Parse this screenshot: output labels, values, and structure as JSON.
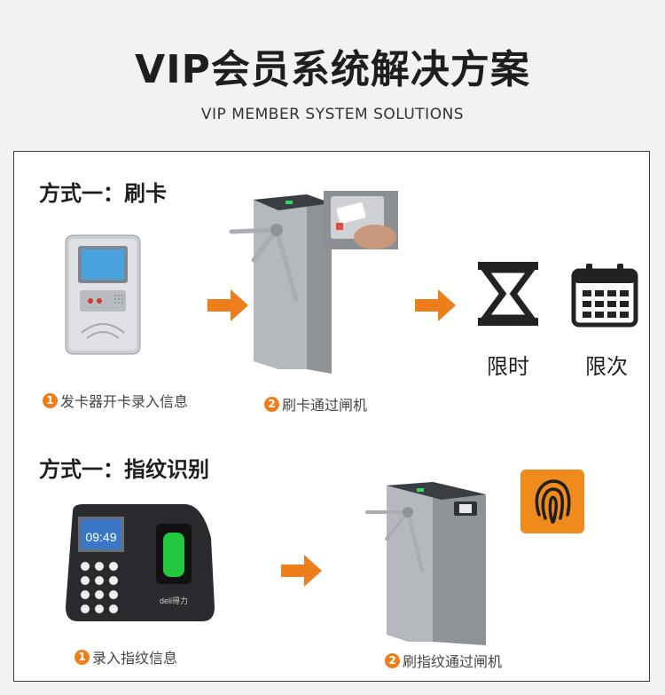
{
  "header": {
    "title": "VIP会员系统解决方案",
    "subtitle": "VIP MEMBER SYSTEM SOLUTIONS"
  },
  "method1": {
    "title": "方式一：刷卡",
    "step1_num": "1",
    "step1_label": "发卡器开卡录入信息",
    "step2_num": "2",
    "step2_label": "刷卡通过闸机",
    "limit_time": "限时",
    "limit_count": "限次"
  },
  "method2": {
    "title": "方式一：指纹识别",
    "step1_num": "1",
    "step1_label": "录入指纹信息",
    "step2_num": "2",
    "step2_label": "刷指纹通过闸机",
    "device_time": "09:49",
    "device_brand": "deli得力"
  },
  "colors": {
    "accent": "#ee7d1c",
    "border": "#3a3a3a"
  },
  "icons": [
    "right-arrow-icon",
    "hourglass-icon",
    "calendar-icon",
    "fingerprint-icon"
  ]
}
